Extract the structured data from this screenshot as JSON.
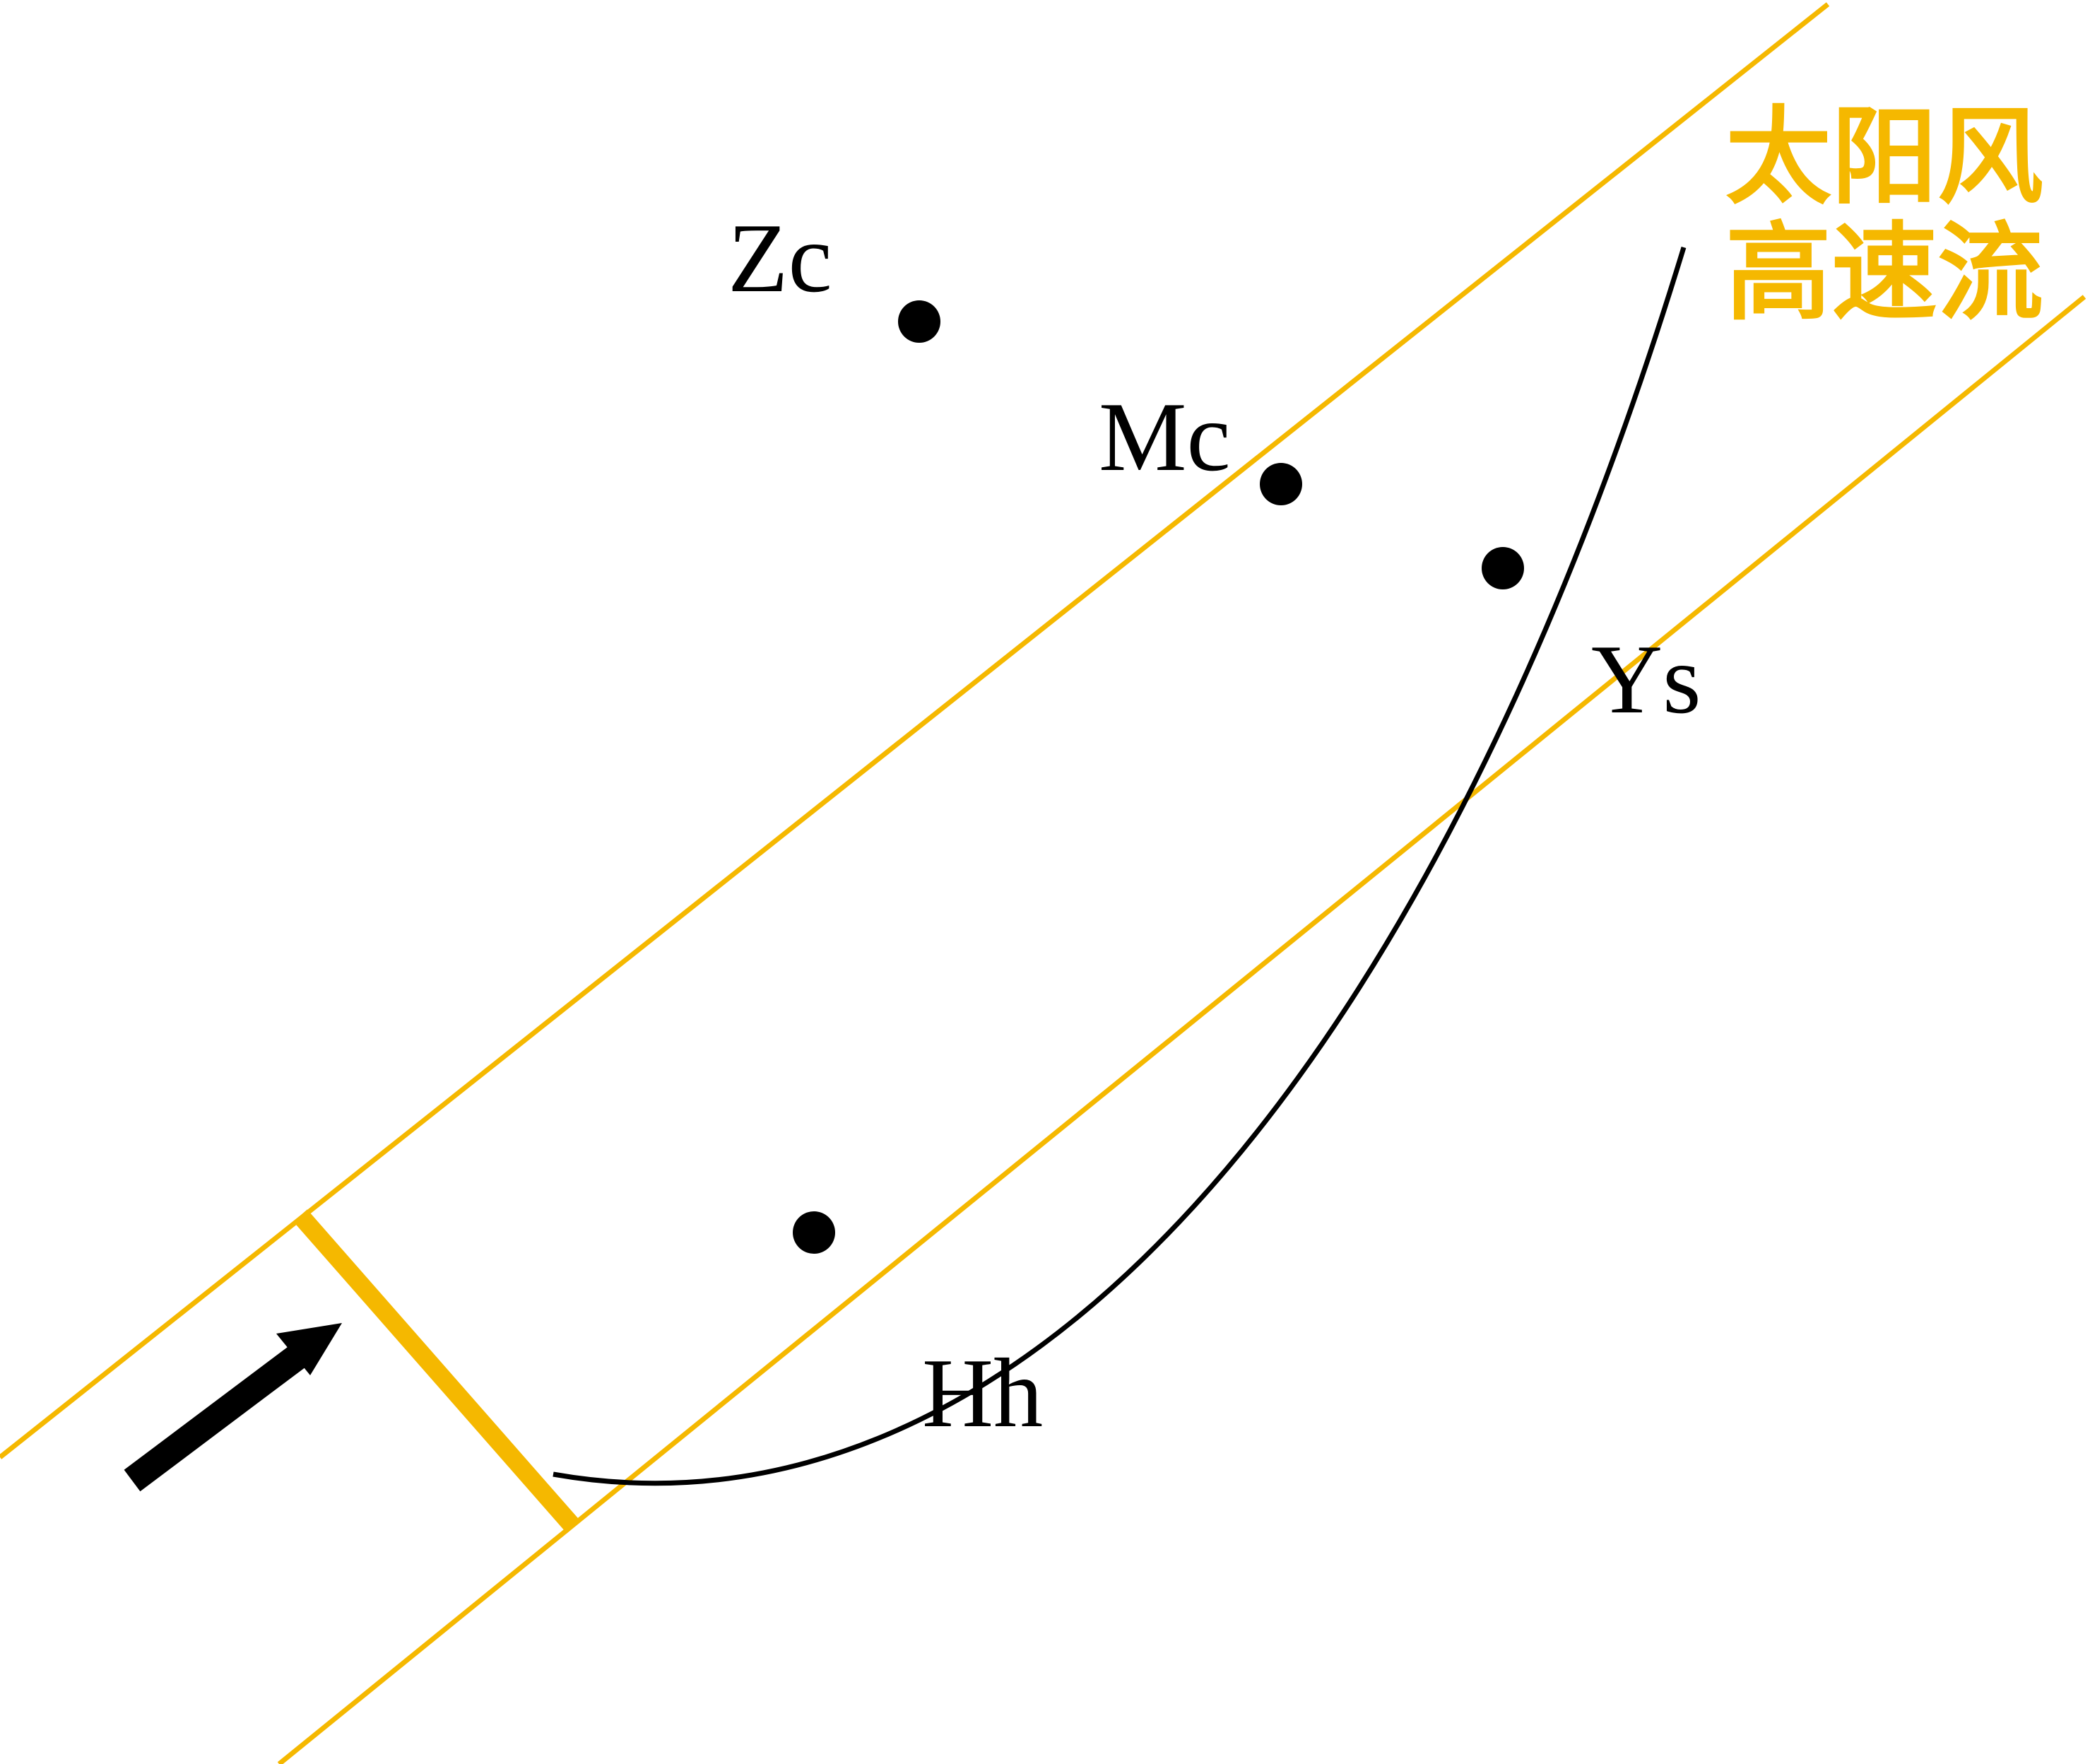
{
  "labels": {
    "zc": "Zc",
    "mc": "Mc",
    "ys": "Ys",
    "hh": "Hh",
    "stream_line1": "太阳风",
    "stream_line2": "高速流"
  },
  "colors": {
    "stream": "#f5b800",
    "ink": "#000000",
    "background": "#ffffff"
  },
  "icons": {
    "direction": "arrow-up-right-icon"
  }
}
